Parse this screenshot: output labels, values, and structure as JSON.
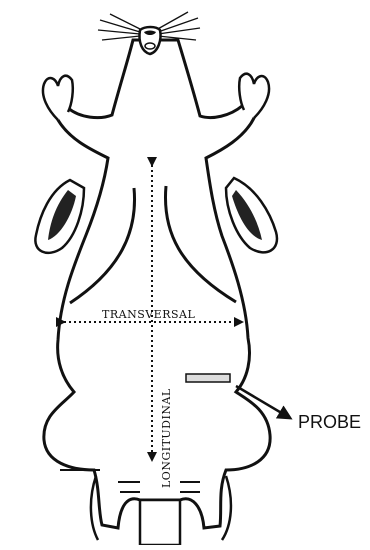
{
  "labels": {
    "transversal": "TRANSVERSAL",
    "longitudinal": "LONGITUDINAL",
    "probe": "PROBE"
  },
  "colors": {
    "outline": "#111111",
    "probe_fill": "#dddddd",
    "background": "#ffffff"
  }
}
